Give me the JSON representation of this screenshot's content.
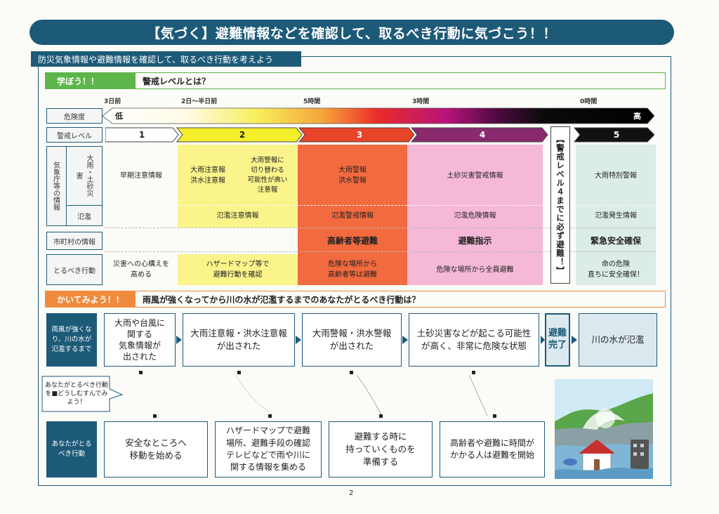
{
  "title": "【気づく】避難情報などを確認して、取るべき行動に気づこう！！",
  "subtitle": "防災気象情報や避難情報を確認して、取るべき行動を考えよう",
  "learn": {
    "tag": "学ぼう！！",
    "heading": "警戒レベルとは？",
    "timeline": [
      "3日前",
      "2日〜半日前",
      "5時間",
      "3時間",
      "0時間"
    ],
    "danger_label": "危険度",
    "danger_low": "低",
    "danger_high": "高",
    "level_label": "警戒レベル",
    "levels": [
      "1",
      "2",
      "3",
      "4",
      "5"
    ],
    "agency_label": "気象庁等の情報",
    "rain_label": "大雨・土砂災害",
    "flood_label": "氾濫",
    "rain_info": {
      "l1": "早期注意情報",
      "l2a": "大雨注意報\n洪水注意報",
      "l2b": "大雨警報に\n切り替わる\n可能性が高い\n注意報",
      "l3": "大雨警報\n洪水警報",
      "l4": "土砂災害警戒情報",
      "l5": "大雨特別警報"
    },
    "flood_info": {
      "l2": "氾濫注意情報",
      "l3": "氾濫警戒情報",
      "l4": "氾濫危険情報",
      "l5": "氾濫発生情報"
    },
    "city_label": "市町村の情報",
    "city_info": {
      "l3": "高齢者等避難",
      "l4": "避難指示",
      "l5": "緊急安全確保"
    },
    "action_label": "とるべき行動",
    "action_info": {
      "l1": "災害への心構えを\n高める",
      "l2": "ハザードマップ等で\n避難行動を確認",
      "l3": "危険な場所から\n高齢者等は避難",
      "l4": "危険な場所から全員避難",
      "l5": "命の危険\n直ちに安全確保！"
    },
    "vertical_note": "【警戒レベル４までに必ず避難！】"
  },
  "write": {
    "tag": "かいてみよう！！",
    "heading": "雨風が強くなってから川の水が氾濫するまでのあなたがとるべき行動は？",
    "row_label": "雨風が強くなり、川の水が氾濫するまで",
    "steps": [
      "大雨や台風に\n関する\n気象情報が\n出された",
      "大雨注意報・洪水注意報\nが出された",
      "大雨警報・洪水警報\nが出された",
      "土砂災害などが起こる可能性\nが高く、非常に危険な状態",
      "避難\n完了",
      "川の水が氾濫"
    ],
    "hint": "あなたがとるべき行動を■どうしむすんでみよう！",
    "answer_label": "あなたがとるべき行動",
    "answers": [
      "安全なところへ\n移動を始める",
      "ハザードマップで避難\n場所、避難手段の確認\nテレビなどで雨や川に\n関する情報を集める",
      "避難する時に\n持っていくものを\n準備する",
      "高齢者や避難に時間が\nかかる人は避難を開始"
    ]
  },
  "page_number": "2",
  "colors": {
    "navy": "#1d5a78",
    "green": "#5db64a",
    "orange": "#f08a3c",
    "level2": "#fbf48a",
    "level3": "#f26a3f",
    "level4": "#f5b8d6",
    "level5": "#dcece6"
  }
}
